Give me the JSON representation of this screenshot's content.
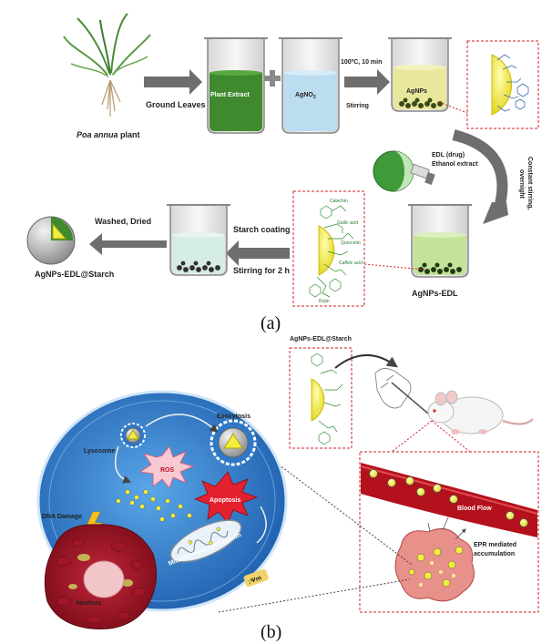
{
  "panel_a": {
    "label": "(a)",
    "plant_label_italic": "Poa annua",
    "plant_label_rest": " plant",
    "step_ground_leaves": "Ground Leaves",
    "beaker_plant_extract": "Plant Extract",
    "beaker_agno3": "AgNO",
    "beaker_agno3_sub": "3",
    "step_heat": "100ºC, 10 min",
    "step_stirring": "Stirring",
    "beaker_agnps": "AgNPs",
    "drug_line1": "EDL (drug)",
    "drug_line2": "Ethanol extract",
    "constant_line1": "Constant stirring,",
    "constant_line2": "overnight",
    "label_agnps_edl": "AgNPs-EDL",
    "step_starch_coating": "Starch coating",
    "step_stirring_2h": "Stirring for 2 h",
    "step_washed_dried": "Washed, Dried",
    "label_final": "AgNPs-EDL@Starch"
  },
  "panel_b": {
    "label": "(b)",
    "injection_title": "AgNPs-EDL@Starch",
    "exocytosis": "Exocytosis",
    "lysosome": "Lysosome",
    "ros": "ROS",
    "apoptosis": "Apoptosis",
    "dna_damage": "DNA Damage",
    "mito": "Mitochondria dysfunction",
    "delta_psi": "↓Ψm",
    "nucleus": "Nucleus",
    "blood_flow": "Blood Flow",
    "epr_line1": "EPR mediated",
    "epr_line2": "accumulation"
  },
  "colors": {
    "arrow_gray": "#6e6e6e",
    "dashed_red": "#d0202a",
    "cell_blue": "#2e78c8",
    "nanoparticle_yellow": "#f2ee3a",
    "vessel_red": "#b3121c",
    "extract_green": "#3f8a2e"
  }
}
